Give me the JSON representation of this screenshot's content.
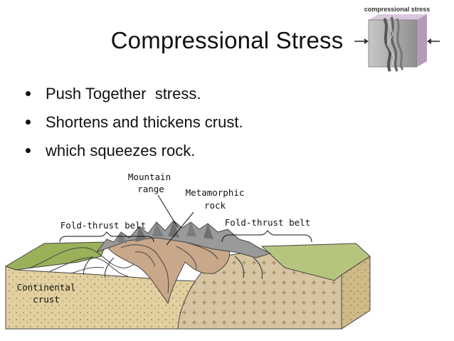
{
  "slide": {
    "title": "Compressional Stress",
    "bullets": [
      "Push Together  stress.",
      "Shortens and thickens crust.",
      "which squeezes rock."
    ]
  },
  "inset": {
    "label": "compressional stress",
    "icon": "compressional-stress-block-icon"
  },
  "diagram": {
    "labels": {
      "mountain_range_line1": "Mountain",
      "mountain_range_line2": "range",
      "metamorphic_line1": "Metamorphic",
      "metamorphic_line2": "rock",
      "fold_thrust_left": "Fold-thrust belt",
      "fold_thrust_right": "Fold-thrust belt",
      "continental_line1": "Continental",
      "continental_line2": "crust"
    },
    "colors": {
      "crust": "#e2d0a0",
      "crust_side": "#cfb987",
      "grass": "#9ab15a",
      "metamorphic": "#c9a88a",
      "mountain": "#9a9a9a"
    }
  }
}
